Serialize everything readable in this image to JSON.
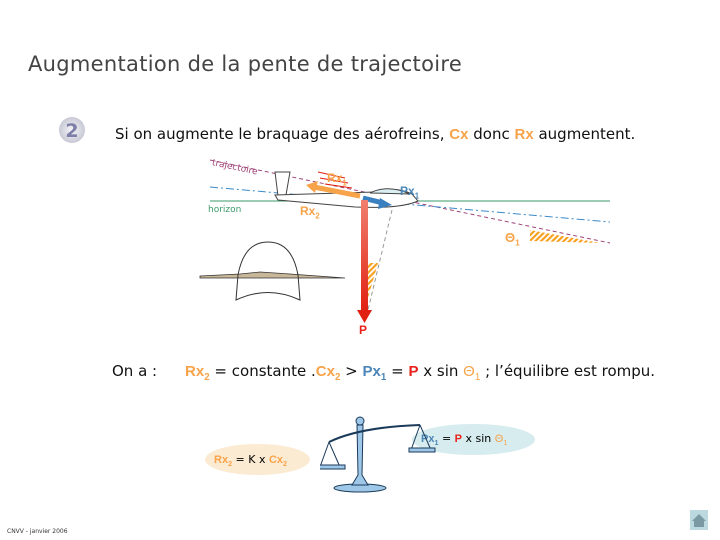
{
  "title": "Augmentation de la pente de trajectoire",
  "bullet": {
    "text": "Si on augmente le braquage des aérofreins,",
    "cx": "Cx",
    "donc": "donc",
    "rx": "Rx",
    "end": "augmentent."
  },
  "diagram": {
    "trajectoire": "trajectoire",
    "horizon": "horizon",
    "rx1": "Rx",
    "rx1_sub": "1",
    "rx2": "Rx",
    "rx2_sub": "2",
    "px1": "Px",
    "px1_sub": "1",
    "theta1": "Θ",
    "theta1_sub": "1",
    "p": "P"
  },
  "equation": {
    "on_a": "On a :",
    "rx2": "Rx",
    "rx2_sub": "2",
    "eq1": "=",
    "constante": "constante .",
    "cx2": "Cx",
    "cx2_sub": "2",
    "gt": ">",
    "px1": "Px",
    "px1_sub": "1",
    "eq2": "=",
    "p": "P",
    "xsin": "x sin",
    "theta": "Θ",
    "theta_sub": "1",
    "rest": "; l’équilibre est rompu."
  },
  "balance": {
    "left": {
      "rx": "Rx",
      "rx_sub": "2",
      "mid": "= K x",
      "cx": "Cx",
      "cx_sub": "2"
    },
    "right": {
      "px": "Px",
      "px_sub": "1",
      "eq": "=",
      "p": "P",
      "xsin": "x sin",
      "theta": "Θ",
      "theta_sub": "1"
    }
  },
  "footer": "CNVV - janvier 2006",
  "colors": {
    "orange": "#f7a34a",
    "blue": "#4a86b8",
    "red": "#e8221a",
    "green": "#3a9a6a",
    "purple": "#a0457a"
  }
}
